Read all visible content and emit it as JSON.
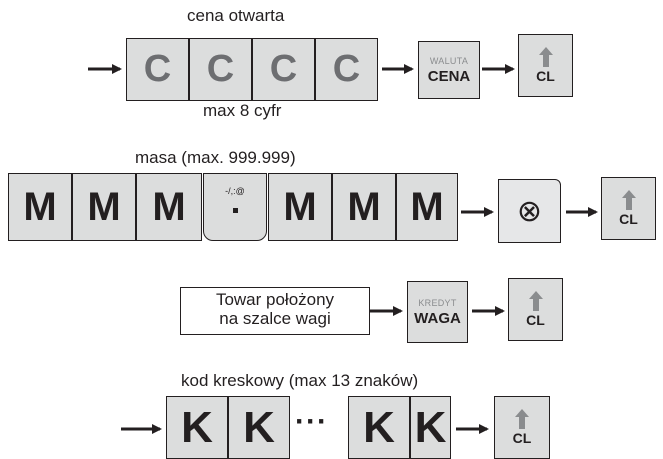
{
  "colors": {
    "key_fill": "#dcdddd",
    "ink": "#231f20",
    "key_letter_c": "#6d6e71",
    "arrow_up_cl": "#8a8c8e"
  },
  "row1": {
    "caption_top": "cena otwarta",
    "caption_bottom": "max 8 cyfr",
    "keys": [
      "C",
      "C",
      "C",
      "C"
    ],
    "function_key": {
      "top": "WALUTA",
      "bottom": "CENA"
    },
    "cl_key": "CL"
  },
  "row2": {
    "caption": "masa (max. 999.999)",
    "keys": [
      "M",
      "M",
      "M",
      "M",
      "M",
      "M"
    ],
    "dot_key_symbols": "-/,:@",
    "multiply_key": "⊗",
    "cl_key": "CL"
  },
  "row3": {
    "box_text_line1": "Towar położony",
    "box_text_line2": "na szalce wagi",
    "function_key": {
      "top": "KREDYT",
      "bottom": "WAGA"
    },
    "cl_key": "CL"
  },
  "row4": {
    "caption": "kod kreskowy (max 13 znaków)",
    "keys": [
      "K",
      "K",
      "K",
      "K"
    ],
    "ellipsis": "···",
    "cl_key": "CL"
  },
  "icons": {
    "arrow": "right-arrow-icon",
    "cl_arrow": "up-arrow-icon",
    "multiply": "circled-times-icon"
  }
}
